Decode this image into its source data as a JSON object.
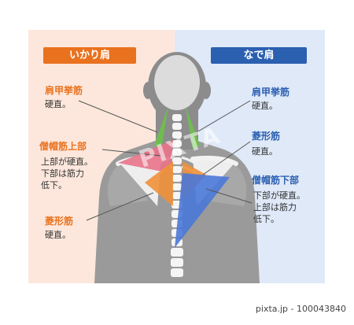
{
  "header": {
    "left_tag": "いかり肩",
    "right_tag": "なで肩"
  },
  "labels": {
    "levator": {
      "title": "肩甲挙筋",
      "desc": "硬直。"
    },
    "trap_upper": {
      "title": "僧帽筋上部",
      "desc1": "上部が硬直。",
      "desc2": "下部は筋力",
      "desc3": "低下。"
    },
    "rhomboid_left": {
      "title": "菱形筋",
      "desc": "硬直。"
    },
    "levator_right": {
      "title": "肩甲挙筋",
      "desc": "硬直。"
    },
    "rhomboid_right": {
      "title": "菱形筋",
      "desc": "硬直。"
    },
    "trap_lower": {
      "title": "僧帽筋下部",
      "desc1": "下部が硬直。",
      "desc2": "上部は筋力",
      "desc3": "低下。"
    }
  },
  "watermark": "PIXTA",
  "footer": {
    "text": "pixta.jp - 100043840"
  },
  "colors": {
    "orange": "#e9721f",
    "blue": "#2b5fb0",
    "green": "#6cc24a",
    "pink": "#e8738a",
    "muscle_orange": "#f0903a",
    "muscle_blue": "#4a78d8"
  }
}
